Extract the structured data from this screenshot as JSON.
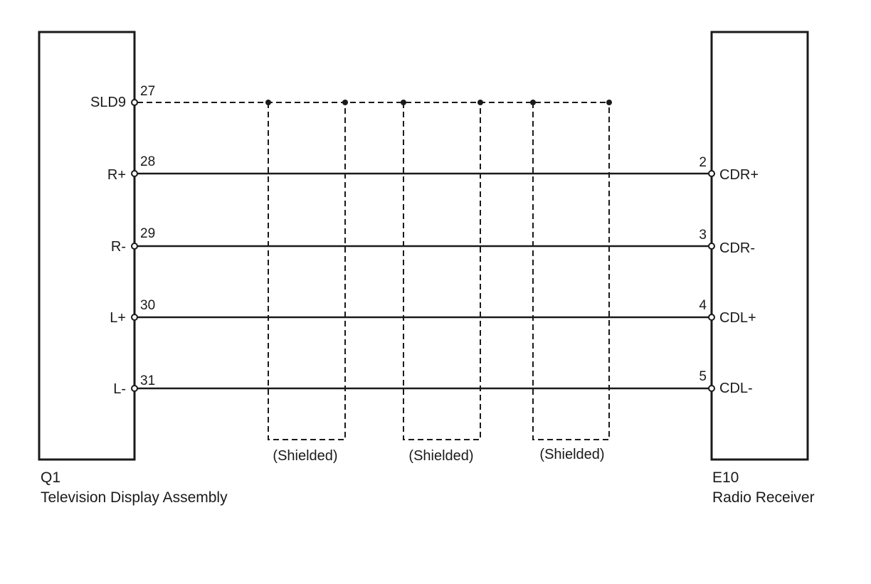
{
  "left_component": {
    "code": "Q1",
    "name": "Television Display Assembly"
  },
  "right_component": {
    "code": "E10",
    "name": "Radio Receiver"
  },
  "shield": {
    "signal": "SLD9",
    "pin": "27"
  },
  "wires": [
    {
      "left_signal": "R+",
      "left_pin": "28",
      "right_pin": "2",
      "right_signal": "CDR+"
    },
    {
      "left_signal": "R-",
      "left_pin": "29",
      "right_pin": "3",
      "right_signal": "CDR-"
    },
    {
      "left_signal": "L+",
      "left_pin": "30",
      "right_pin": "4",
      "right_signal": "CDL+"
    },
    {
      "left_signal": "L-",
      "left_pin": "31",
      "right_pin": "5",
      "right_signal": "CDL-"
    }
  ],
  "shielded_groups": [
    {
      "label": "(Shielded)"
    },
    {
      "label": "(Shielded)"
    },
    {
      "label": "(Shielded)"
    }
  ],
  "colors": {
    "line": "#1a1a1a",
    "background": "#ffffff"
  }
}
